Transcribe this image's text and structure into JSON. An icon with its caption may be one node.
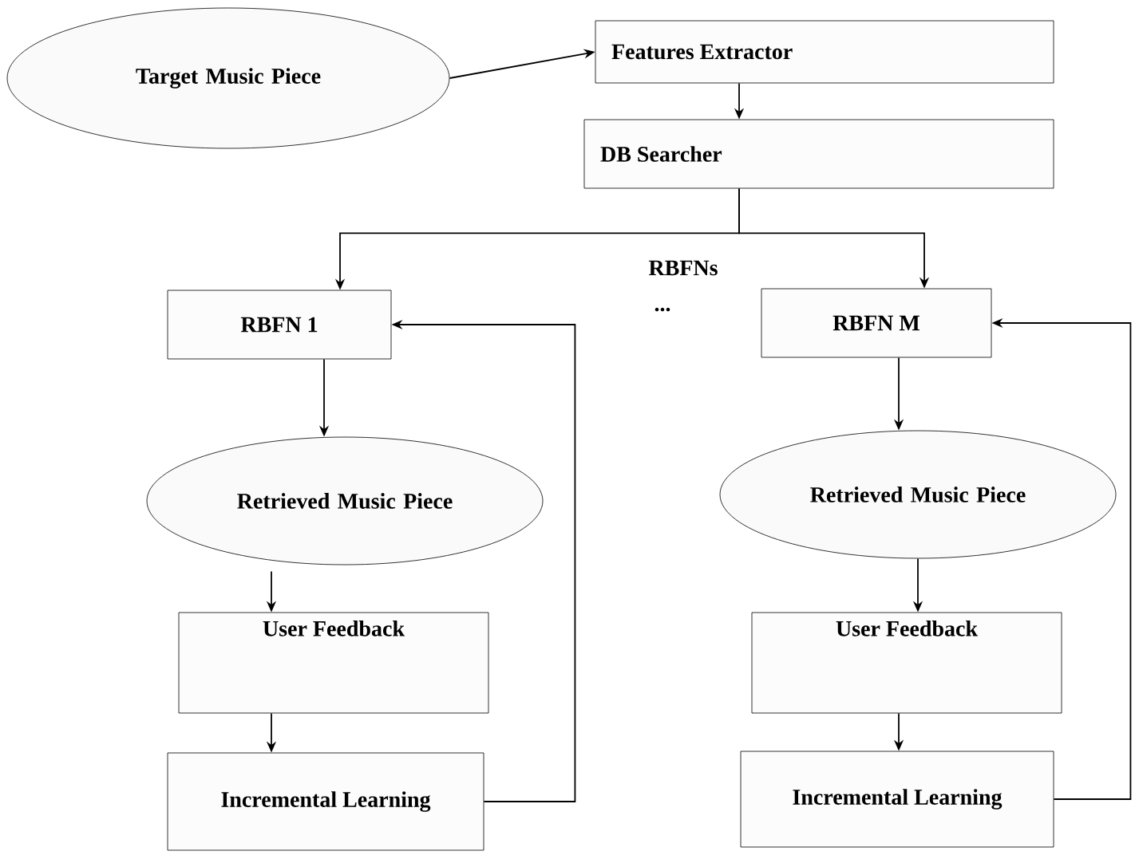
{
  "diagram": {
    "nodes": [
      {
        "text": [
          "Target Music Piece"
        ]
      },
      {
        "text": [
          "Features Extractor"
        ]
      },
      {
        "text": [
          "DB Searcher"
        ]
      },
      {
        "text": [
          "RBFN 1"
        ]
      },
      {
        "text": [
          "RBFN M"
        ]
      },
      {
        "text": [
          "Retrieved Music Piece"
        ]
      },
      {
        "text": [
          "Retrieved Music Piece"
        ]
      },
      {
        "text": [
          "User Feedback"
        ]
      },
      {
        "text": [
          "User Feedback"
        ]
      },
      {
        "text": [
          "Incremental Learning"
        ]
      },
      {
        "text": [
          "Incremental Learning"
        ]
      }
    ],
    "edges": [
      {
        "from": 0,
        "to": 1,
        "arrow": "to"
      },
      {
        "from": 1,
        "to": 2,
        "arrow": "to"
      },
      {
        "from": 2,
        "to": 3,
        "arrow": "to"
      },
      {
        "from": 2,
        "to": 4,
        "arrow": "to"
      },
      {
        "from": 3,
        "to": 5,
        "arrow": "to"
      },
      {
        "from": 5,
        "to": 7,
        "arrow": "to"
      },
      {
        "from": 7,
        "to": 9,
        "arrow": "to"
      },
      {
        "from": 9,
        "to": 3,
        "arrow": "to"
      },
      {
        "from": 4,
        "to": 6,
        "arrow": "to"
      },
      {
        "from": 6,
        "to": 8,
        "arrow": "to"
      },
      {
        "from": 8,
        "to": 10,
        "arrow": "to"
      },
      {
        "from": 10,
        "to": 4,
        "arrow": "to"
      }
    ],
    "labels": [
      "RBFNs",
      "..."
    ]
  }
}
